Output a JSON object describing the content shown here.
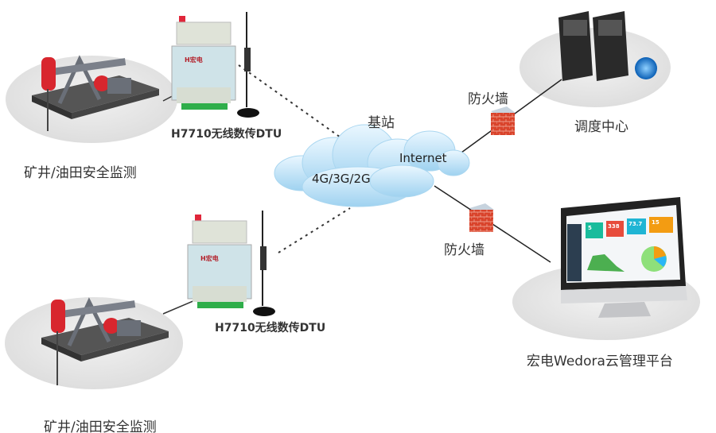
{
  "sites": [
    {
      "label": "矿井/油田安全监测",
      "device": "H7710无线数传DTU"
    },
    {
      "label": "矿井/油田安全监测",
      "device": "H7710无线数传DTU"
    }
  ],
  "network": {
    "base_station": "基站",
    "cellular": "4G/3G/2G",
    "internet": "Internet"
  },
  "firewalls": [
    "防火墙",
    "防火墙"
  ],
  "dispatch_center": "调度中心",
  "cloud_platform": {
    "label": "宏电Wedora云管理平台",
    "dashboard_kpis": [
      "5",
      "338",
      "73.7",
      "15"
    ]
  },
  "colors": {
    "cloud": "#bfe3f7",
    "firewall": "#d9432b",
    "pump": "#d8262e",
    "platform_ground": "#e4e4e4",
    "kpi": [
      "#1abc9c",
      "#e74c3c",
      "#1fb5d4",
      "#f39c12"
    ]
  }
}
